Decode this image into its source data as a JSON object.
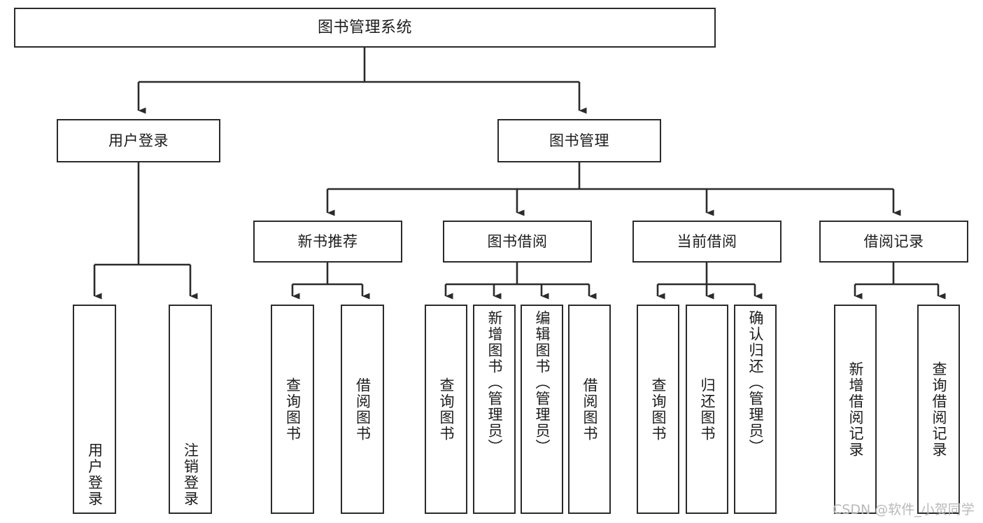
{
  "diagram": {
    "title": "图书管理系统",
    "watermark": "CSDN @软件_小贺同学",
    "line_color": "#2b2b2b",
    "box_fill": "#ffffff",
    "text_color": "#1c1c1c",
    "watermark_color": "#b9b9b9",
    "root": {
      "label": "图书管理系统"
    },
    "level1": [
      {
        "label": "用户登录"
      },
      {
        "label": "图书管理"
      }
    ],
    "level2": [
      {
        "label": "新书推荐"
      },
      {
        "label": "图书借阅"
      },
      {
        "label": "当前借阅"
      },
      {
        "label": "借阅记录"
      }
    ],
    "leaves": {
      "user_login": [
        {
          "label": "用户登录"
        },
        {
          "label": "注销登录"
        }
      ],
      "new_book_recommend": [
        {
          "label": "查询图书"
        },
        {
          "label": "借阅图书"
        }
      ],
      "book_borrow": [
        {
          "label": "查询图书"
        },
        {
          "label": "新增图书（管理员）"
        },
        {
          "label": "编辑图书（管理员）"
        },
        {
          "label": "借阅图书"
        }
      ],
      "current_borrow": [
        {
          "label": "查询图书"
        },
        {
          "label": "归还图书"
        },
        {
          "label": "确认归还（管理员）"
        }
      ],
      "borrow_record": [
        {
          "label": "新增借阅记录"
        },
        {
          "label": "查询借阅记录"
        }
      ]
    }
  },
  "chart_data": {
    "type": "tree-diagram",
    "title": "图书管理系统",
    "orientation": "top-down",
    "levels": 3,
    "nodes": [
      {
        "id": "root",
        "label": "图书管理系统",
        "level": 0,
        "parent": null
      },
      {
        "id": "l1-0",
        "label": "用户登录",
        "level": 1,
        "parent": "root"
      },
      {
        "id": "l1-1",
        "label": "图书管理",
        "level": 1,
        "parent": "root"
      },
      {
        "id": "l2-0",
        "label": "新书推荐",
        "level": 2,
        "parent": "l1-1"
      },
      {
        "id": "l2-1",
        "label": "图书借阅",
        "level": 2,
        "parent": "l1-1"
      },
      {
        "id": "l2-2",
        "label": "当前借阅",
        "level": 2,
        "parent": "l1-1"
      },
      {
        "id": "l2-3",
        "label": "借阅记录",
        "level": 2,
        "parent": "l1-1"
      },
      {
        "id": "l3-0",
        "label": "用户登录",
        "level": 3,
        "parent": "l1-0"
      },
      {
        "id": "l3-1",
        "label": "注销登录",
        "level": 3,
        "parent": "l1-0"
      },
      {
        "id": "l3-2",
        "label": "查询图书",
        "level": 3,
        "parent": "l2-0"
      },
      {
        "id": "l3-3",
        "label": "借阅图书",
        "level": 3,
        "parent": "l2-0"
      },
      {
        "id": "l3-4",
        "label": "查询图书",
        "level": 3,
        "parent": "l2-1"
      },
      {
        "id": "l3-5",
        "label": "新增图书（管理员）",
        "level": 3,
        "parent": "l2-1"
      },
      {
        "id": "l3-6",
        "label": "编辑图书（管理员）",
        "level": 3,
        "parent": "l2-1"
      },
      {
        "id": "l3-7",
        "label": "借阅图书",
        "level": 3,
        "parent": "l2-1"
      },
      {
        "id": "l3-8",
        "label": "查询图书",
        "level": 3,
        "parent": "l2-2"
      },
      {
        "id": "l3-9",
        "label": "归还图书",
        "level": 3,
        "parent": "l2-2"
      },
      {
        "id": "l3-10",
        "label": "确认归还（管理员）",
        "level": 3,
        "parent": "l2-2"
      },
      {
        "id": "l3-11",
        "label": "新增借阅记录",
        "level": 3,
        "parent": "l2-3"
      },
      {
        "id": "l3-12",
        "label": "查询借阅记录",
        "level": 3,
        "parent": "l2-3"
      }
    ]
  }
}
